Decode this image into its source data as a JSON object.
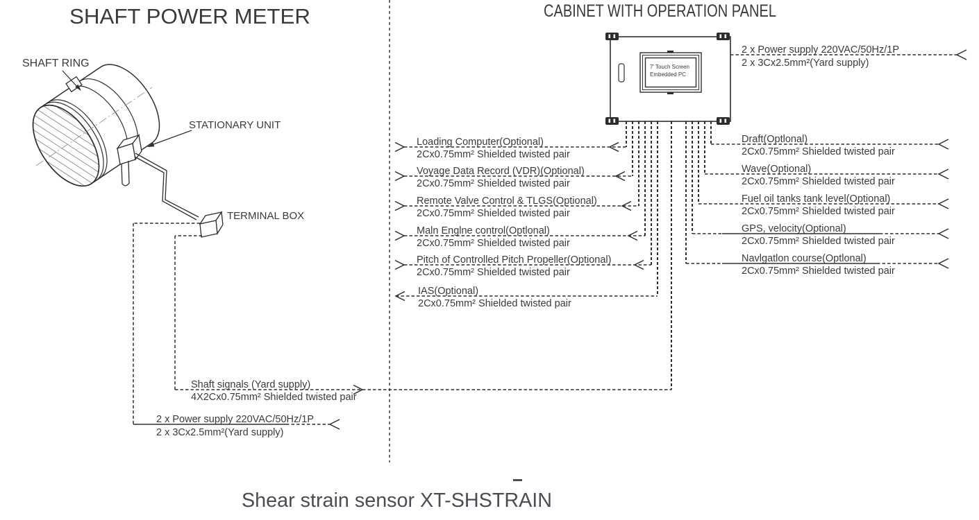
{
  "page": {
    "background": "#ffffff",
    "line_color": "#2e2e2e",
    "text_color": "#3a3a3a",
    "caption_color": "#4b4c55"
  },
  "titles": {
    "shaft_meter": "SHAFT POWER METER",
    "cabinet": "CABINET WITH OPERATION PANEL"
  },
  "caption": "Shear strain sensor XT-SHSTRAIN",
  "shaft_assembly": {
    "shaft_ring": "SHAFT RING",
    "stationary_unit": "STATIONARY UNIT",
    "terminal_box": "TERMINAL BOX"
  },
  "cabinet": {
    "screen_line1": "7' Touch Screen",
    "screen_line2": "Embedded PC"
  },
  "power_supply_top": {
    "label": "2 x Power supply 220VAC/50Hz/1P",
    "spec": "2 x 3Cx2.5mm²(Yard supply)"
  },
  "left_signals": [
    {
      "label": "Loading Computer(Optional)",
      "spec": "2Cx0.75mm² Shielded twisted pair"
    },
    {
      "label": "Voyage Data Record (VDR)(Optional)",
      "spec": "2Cx0.75mm² Shielded twisted pair"
    },
    {
      "label": "Remote Valve Control & TLGS(Optional)",
      "spec": "2Cx0.75mm² Shielded twisted pair"
    },
    {
      "label": "Maln Englne control(Optlonal)",
      "spec": "2Cx0.75mm² Shielded twisted pair"
    },
    {
      "label": "Pitch of Controlled Pitch Propeller(Optional)",
      "spec": "2Cx0.75mm² Shielded twisted pair"
    },
    {
      "label": "IAS(Optional)",
      "spec": "2Cx0.75mm² Shielded twisted pair"
    }
  ],
  "right_signals": [
    {
      "label": "Draft(Optlonal)",
      "spec": "2Cx0.75mm² Shielded twisted pair"
    },
    {
      "label": "Wave(Optional)",
      "spec": "2Cx0.75mm² Shielded twisted pair"
    },
    {
      "label": "Fuel oil tanks tank level(Optional)",
      "spec": "2Cx0.75mm² Shielded twisted pair"
    },
    {
      "label": "GPS, velocity(Optional)",
      "spec": "2Cx0.75mm² Shielded twisted pair"
    },
    {
      "label": "Navlgatlon course(Optlonal)",
      "spec": "2Cx0.75mm² Shielded twisted pair"
    }
  ],
  "shaft_signals": {
    "label": "Shaft signals (Yard supply)",
    "spec": "4X2Cx0.75mm² Shielded twisted pair"
  },
  "power_supply_bottom": {
    "label": "2 x Power supply 220VAC/50Hz/1P",
    "spec": "2 x 3Cx2.5mm²(Yard supply)"
  }
}
